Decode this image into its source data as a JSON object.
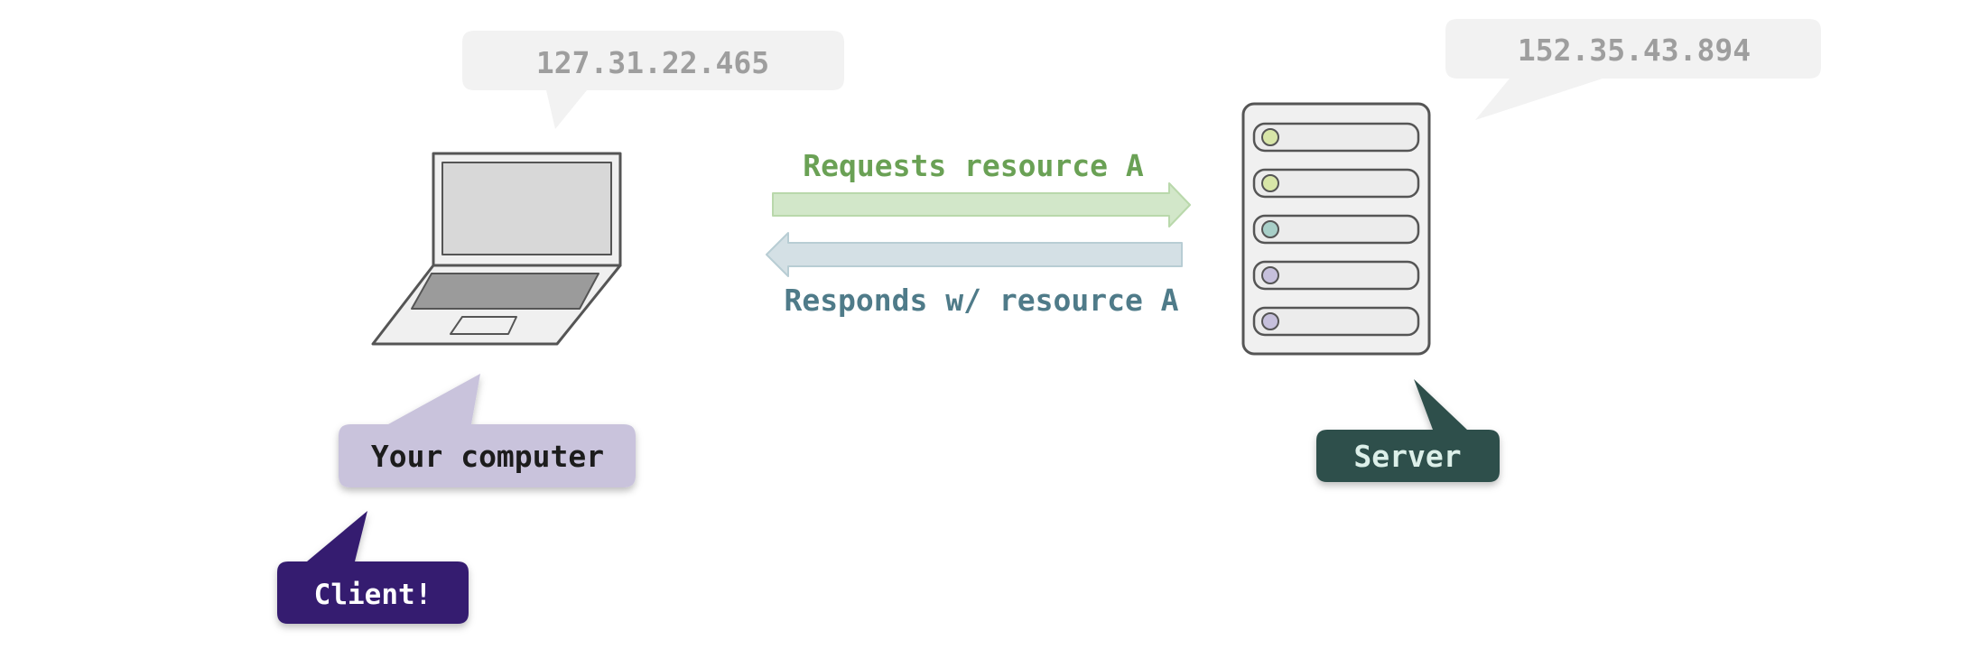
{
  "client": {
    "ip": "127.31.22.465",
    "label": "Your computer",
    "tag": "Client!"
  },
  "server": {
    "ip": "152.35.43.894",
    "label": "Server",
    "status_lights": [
      "#d8e6a8",
      "#d8e6a8",
      "#a8cfc8",
      "#c6c0dc",
      "#c6c0dc"
    ]
  },
  "arrows": {
    "request_label": "Requests resource A",
    "response_label": "Responds w/ resource A"
  },
  "colors": {
    "ip_bubble": "#f2f2f2",
    "ip_text": "#9e9e9e",
    "client_label_bg": "#c9c3dc",
    "client_tag_bg": "#341c70",
    "server_label_bg": "#2d4f4b",
    "server_label_text": "#dcefe9",
    "request": "#6aa155",
    "request_arrow_fill": "#d2e7c9",
    "request_arrow_stroke": "#b9d8ab",
    "response": "#4f7b89",
    "response_arrow_fill": "#d4e0e5",
    "response_arrow_stroke": "#b8cdd4",
    "device_stroke": "#555555"
  }
}
